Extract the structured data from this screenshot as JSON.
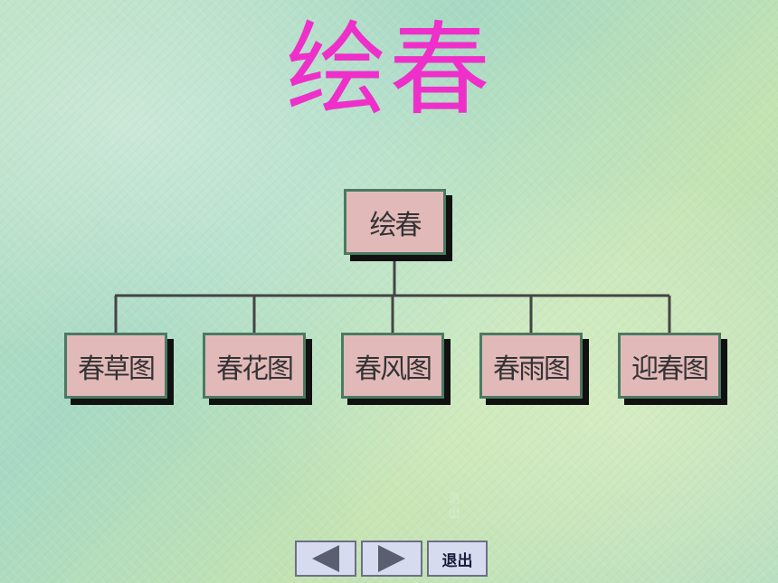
{
  "slide": {
    "title": "绘春"
  },
  "diagram": {
    "root": "绘春",
    "children": [
      "春草图",
      "春花图",
      "春风图",
      "春雨图",
      "迎春图"
    ]
  },
  "ghost_text": "退出",
  "nav": {
    "prev_icon": "left-triangle-icon",
    "next_icon": "right-triangle-icon",
    "exit_label": "退出"
  },
  "colors": {
    "title": "#ef2fc9",
    "node_fill": "#e2b9b9",
    "node_border": "#4a7a62",
    "connector": "#444444"
  }
}
